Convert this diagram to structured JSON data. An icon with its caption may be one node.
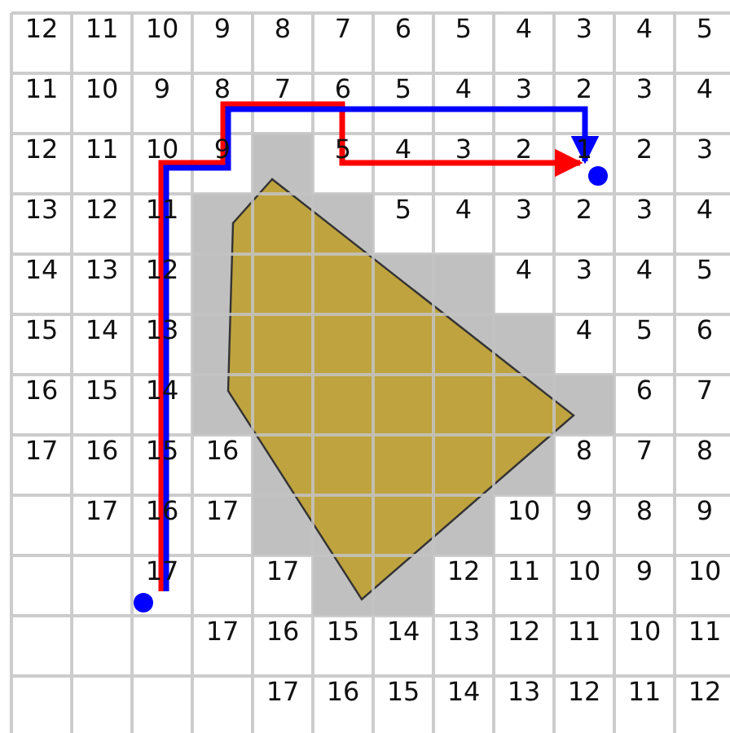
{
  "diagram": {
    "nodes": [
      {
        "text": [],
        "shape": "circle"
      },
      {
        "text": [],
        "shape": "circle"
      }
    ],
    "edges": [
      {
        "from": 1,
        "to": 0,
        "arrow": "to",
        "color": "#ff0000"
      },
      {
        "from": 1,
        "to": 0,
        "arrow": "to",
        "color": "#0000ff"
      }
    ],
    "labels": [
      "12",
      "11",
      "10",
      "9",
      "8",
      "7",
      "6",
      "5",
      "4",
      "3",
      "4",
      "5",
      "11",
      "10",
      "9",
      "8",
      "7",
      "6",
      "5",
      "4",
      "3",
      "2",
      "3",
      "4",
      "12",
      "11",
      "10",
      "9",
      "5",
      "4",
      "3",
      "2",
      "1",
      "2",
      "3",
      "13",
      "12",
      "11",
      "5",
      "4",
      "3",
      "2",
      "3",
      "4",
      "14",
      "13",
      "12",
      "4",
      "3",
      "4",
      "5",
      "15",
      "14",
      "13",
      "4",
      "5",
      "6",
      "16",
      "15",
      "14",
      "6",
      "7",
      "17",
      "16",
      "15",
      "16",
      "8",
      "7",
      "8",
      "17",
      "16",
      "17",
      "10",
      "9",
      "8",
      "9",
      "17",
      "17",
      "12",
      "11",
      "10",
      "9",
      "10",
      "17",
      "16",
      "15",
      "14",
      "13",
      "12",
      "11",
      "10",
      "11",
      "17",
      "16",
      "15",
      "14",
      "13",
      "12",
      "11",
      "12"
    ]
  }
}
